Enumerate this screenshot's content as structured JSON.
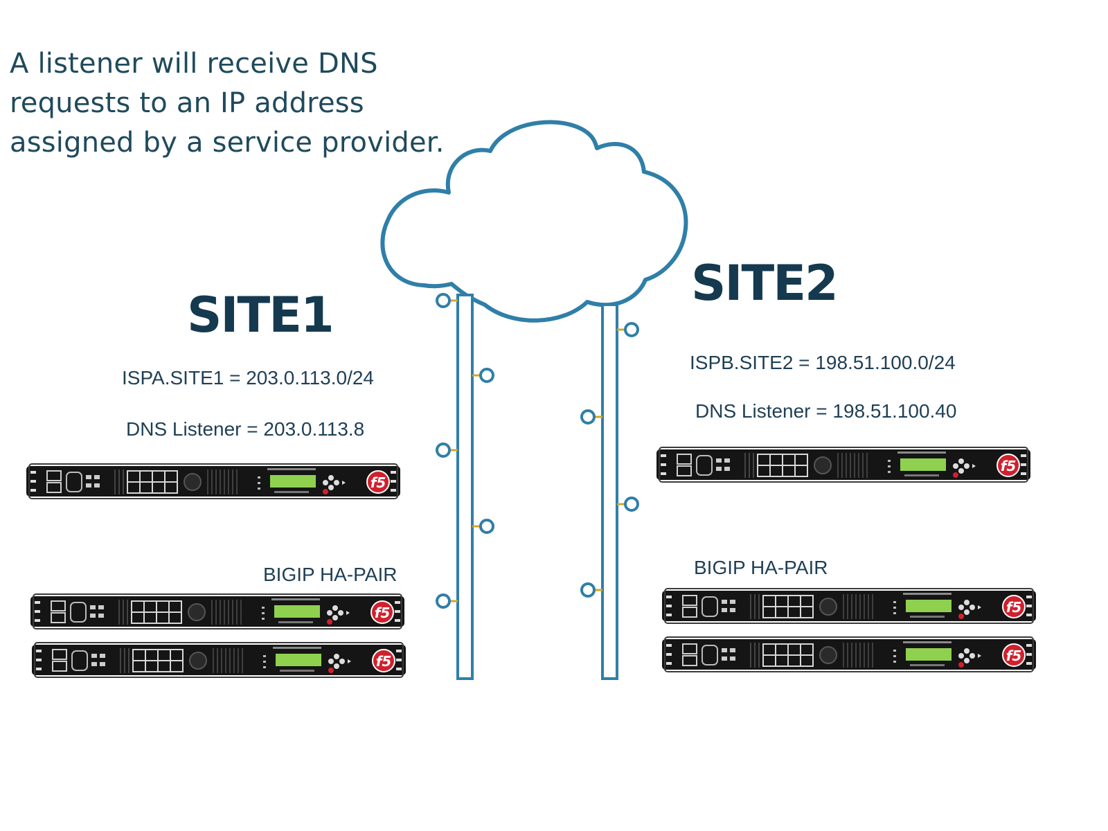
{
  "headline": [
    "A listener will receive DNS",
    "requests to an IP address",
    "assigned by a service provider."
  ],
  "site1": {
    "title": "SITE1",
    "network": "ISPA.SITE1 = 203.0.113.0/24",
    "listener": "DNS Listener = 203.0.113.8",
    "ha_label": "BIGIP HA-PAIR"
  },
  "site2": {
    "title": "SITE2",
    "network": "ISPB.SITE2 = 198.51.100.0/24",
    "listener": "DNS Listener = 198.51.100.40",
    "ha_label": "BIGIP HA-PAIR"
  },
  "device": {
    "logo": "f5"
  },
  "colors": {
    "cloud_stroke": "#2f7fa8",
    "text_dark": "#15394f",
    "device_body": "#1b1b1b",
    "device_screen": "#8fd14f",
    "logo_red": "#d0202e",
    "port_tick": "#d9a520"
  }
}
